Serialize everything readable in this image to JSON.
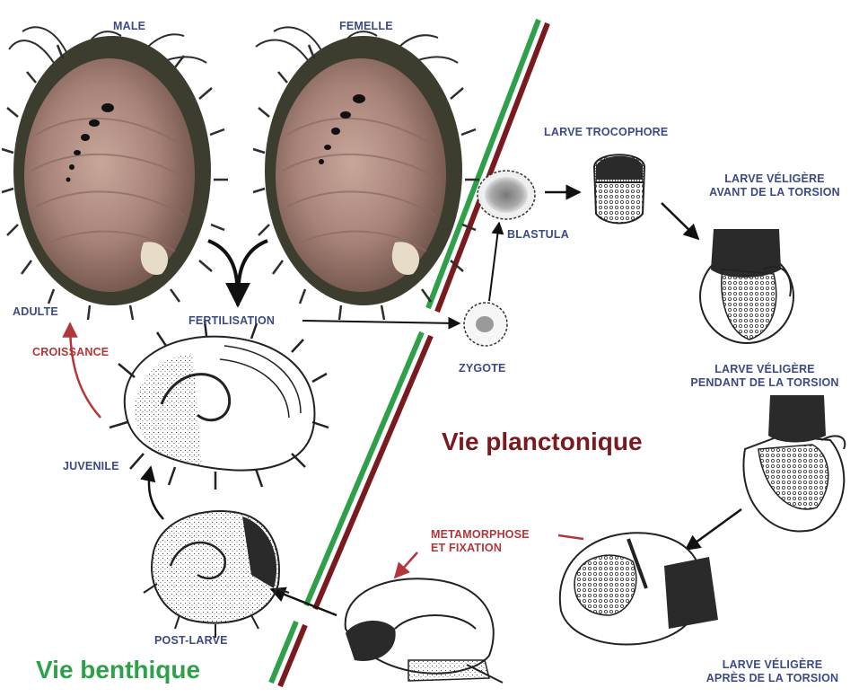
{
  "diagram": {
    "labels": {
      "male": "MALE",
      "femelle": "FEMELLE",
      "adulte": "ADULTE",
      "croissance": "CROISSANCE",
      "fertilisation": "FERTILISATION",
      "juvenile": "JUVENILE",
      "post_larve": "POST-LARVE",
      "zygote": "ZYGOTE",
      "blastula": "BLASTULA",
      "larve_trocophore": "LARVE TROCOPHORE",
      "veligere_avant_1": "LARVE VÉLIGÈRE",
      "veligere_avant_2": "AVANT DE LA TORSION",
      "veligere_pendant_1": "LARVE VÉLIGÈRE",
      "veligere_pendant_2": "PENDANT DE LA TORSION",
      "veligere_apres_1": "LARVE VÉLIGÈRE",
      "veligere_apres_2": "APRÈS DE LA TORSION",
      "metamorphose_1": "METAMORPHOSE",
      "metamorphose_2": "ET FIXATION",
      "vie_planctonique": "Vie planctonique",
      "vie_benthique": "Vie benthique"
    },
    "colors": {
      "label_blue": "#3b4a86",
      "label_red": "#b3363a",
      "planctonique": "#7a1a1f",
      "benthique": "#2fa04a",
      "divider_green": "#2fa04a",
      "divider_red": "#7a1a1f"
    }
  }
}
